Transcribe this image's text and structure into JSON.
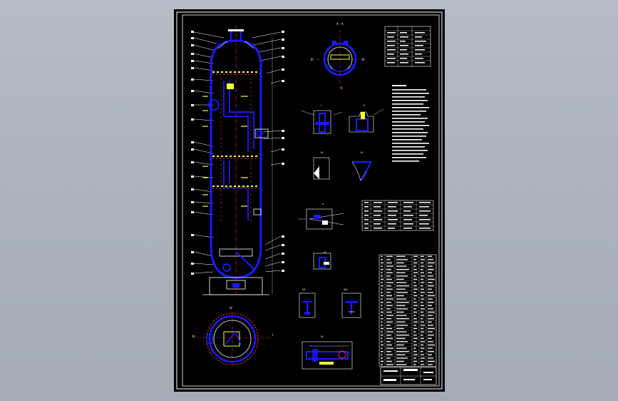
{
  "colors": {
    "background": "#aab3bc",
    "sheet": "#000000",
    "frame": "#ffffff",
    "primary_line": "#1a1aff",
    "center_line": "#ff2a2a",
    "accent": "#ffff33",
    "text": "#ffffff",
    "dim_line": "#d0d0d0"
  },
  "sheet": {
    "column_view": {
      "name": "tower-column-elevation"
    },
    "top_section": {
      "label_top": "A - A",
      "label_left": "III",
      "label_right": "III",
      "label_bottom": "II"
    },
    "bottom_section": {
      "label_top": "IV",
      "label_left": "III",
      "label_right": "I"
    },
    "detail_views": [
      {
        "id": "detail-1",
        "label": "I"
      },
      {
        "id": "detail-2",
        "label": "II"
      },
      {
        "id": "detail-3",
        "label": "III"
      },
      {
        "id": "detail-4",
        "label": "IV"
      },
      {
        "id": "detail-5",
        "label": "V"
      },
      {
        "id": "detail-6",
        "label": "VI"
      },
      {
        "id": "detail-7",
        "label": "VII"
      },
      {
        "id": "detail-8",
        "label": "VIII"
      },
      {
        "id": "detail-9",
        "label": "IX"
      }
    ],
    "tech_table_top": {
      "name": "technical-characteristics-table"
    },
    "notes_block": {
      "name": "technical-requirements-notes"
    },
    "nozzle_table": {
      "name": "nozzle-table"
    },
    "parts_list": {
      "name": "parts-list"
    },
    "title_block": {
      "name": "title-block"
    }
  }
}
